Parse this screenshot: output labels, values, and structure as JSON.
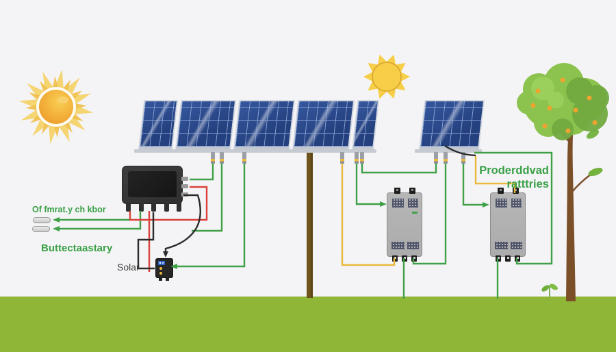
{
  "palette": {
    "background": "#F4F4F6",
    "grass": "#8FB637",
    "wire-green": "#3FA047",
    "wire-red": "#D9413A",
    "wire-yellow": "#E9B93D",
    "wire-black": "#2B2B2B",
    "label-green": "#3AA047",
    "label-dark": "#454545",
    "panel-blue": "#35579E",
    "panel-blue-dark": "#24407E",
    "panel-frame": "#D2D7DE",
    "pole-brown": "#6F531D",
    "trunk-brown": "#7B4F28",
    "canopy-light": "#8CC34E",
    "canopy-dark": "#72AA41",
    "sun-flat-yellow": "#F6CE47",
    "sun-flat-outline": "#D9A42E",
    "unit-gray": "#ACACAC"
  },
  "labels": {
    "terminals_note": "Of fmrat.y ch kbor",
    "battery_note": "Buttectaastary",
    "solar_device": "Solar",
    "batteries_note_line1": "Proderddvad",
    "batteries_note_line2": "ratttries"
  }
}
